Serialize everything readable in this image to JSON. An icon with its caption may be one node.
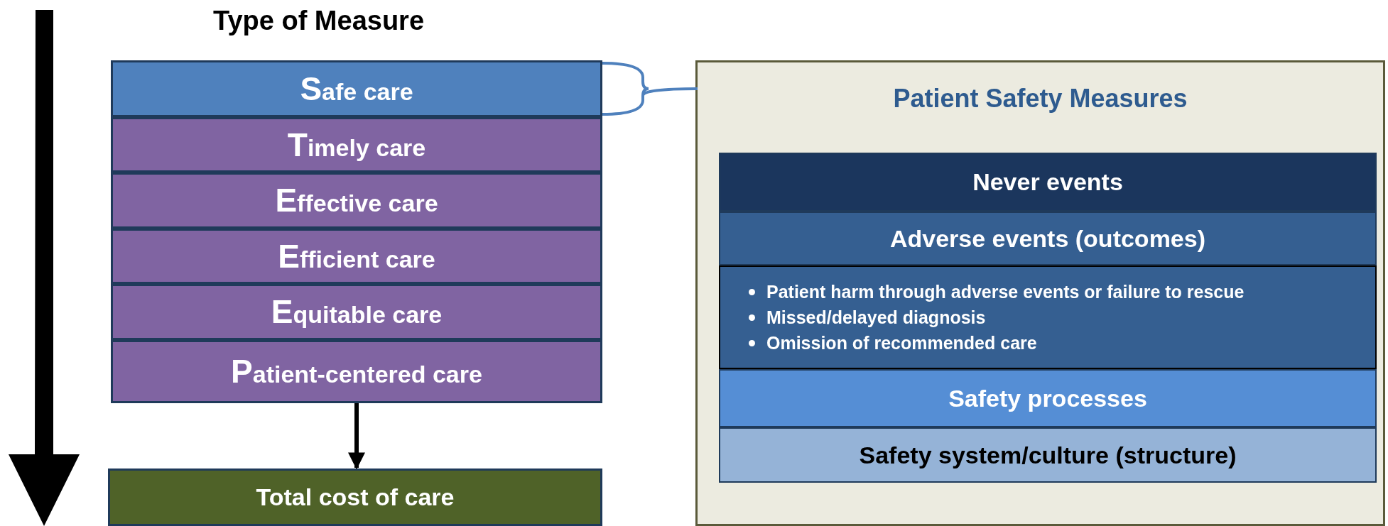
{
  "diagram": {
    "title": "Type of Measure",
    "nodes": [
      {
        "text": [
          "Safe care"
        ]
      },
      {
        "text": [
          "Timely care"
        ]
      },
      {
        "text": [
          "Effective care"
        ]
      },
      {
        "text": [
          "Efficient care"
        ]
      },
      {
        "text": [
          "Equitable care"
        ]
      },
      {
        "text": [
          "Patient-centered care"
        ]
      },
      {
        "text": [
          "Total cost of care"
        ]
      },
      {
        "text": [
          "Patient Safety Measures"
        ]
      },
      {
        "text": [
          "Never events"
        ],
        "in": 7
      },
      {
        "text": [
          "Adverse events (outcomes)"
        ],
        "in": 7
      },
      {
        "text": [
          "Patient harm through adverse events or failure to rescue",
          "Missed/delayed diagnosis",
          "Omission of recommended care"
        ],
        "in": 7
      },
      {
        "text": [
          "Safety processes"
        ],
        "in": 7
      },
      {
        "text": [
          "Safety system/culture (structure)"
        ],
        "in": 7
      }
    ],
    "edges": [
      {
        "from": 5,
        "to": 6,
        "arrow": "to"
      },
      {
        "from": 0,
        "to": 7,
        "arrow": "none",
        "color": "#4f81bd"
      }
    ]
  }
}
